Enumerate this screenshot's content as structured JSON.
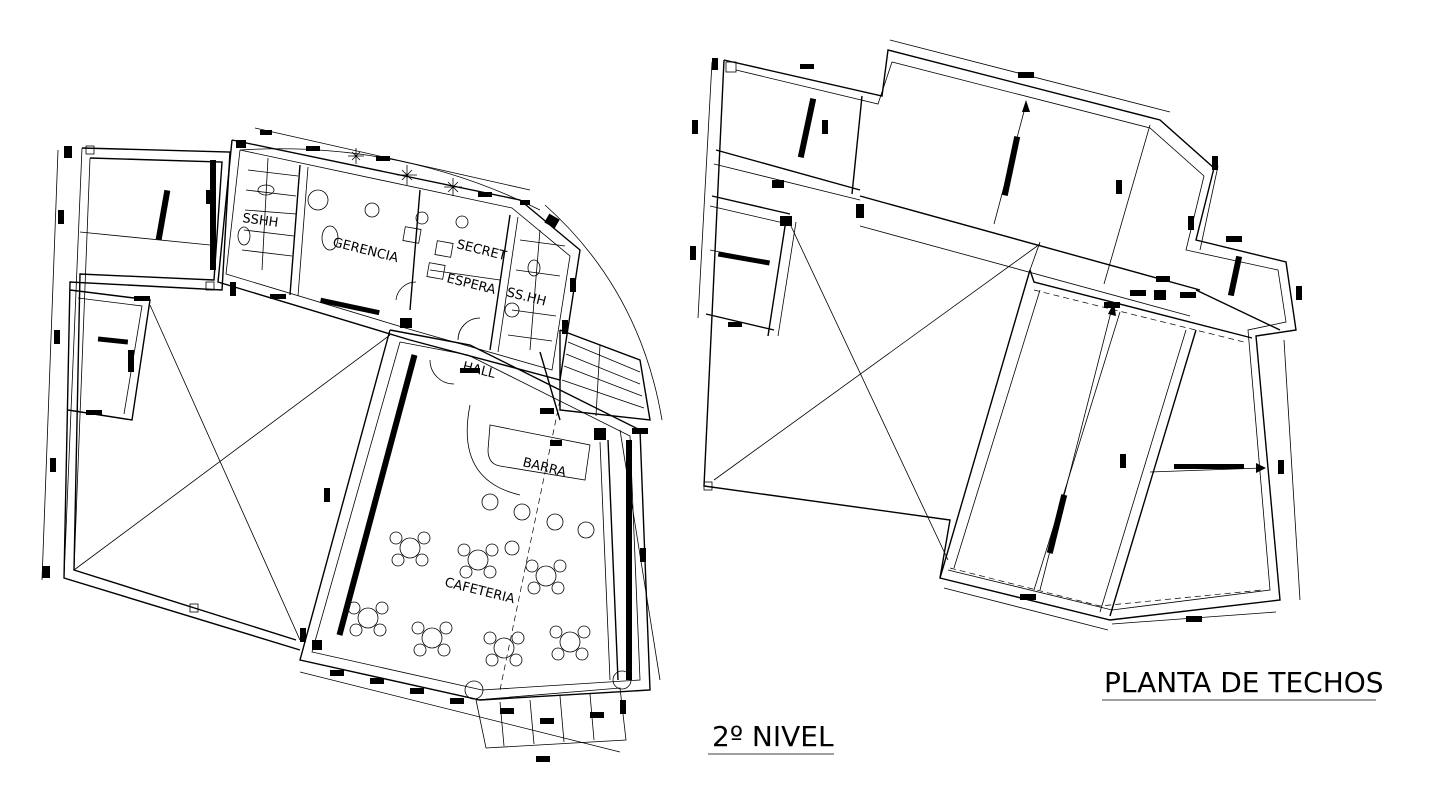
{
  "drawing": {
    "titles": {
      "floor_plan": "2º NIVEL",
      "roof_plan": "PLANTA DE TECHOS"
    },
    "room_labels": {
      "gerencia": "GERENCIA",
      "secret": "SECRET",
      "espera": "ESPERA",
      "sshh_left": "SSHH",
      "sshh_right": "SS.HH",
      "hall": "HALL",
      "barra": "BARRA",
      "cafeteria": "CAFETERIA"
    }
  }
}
